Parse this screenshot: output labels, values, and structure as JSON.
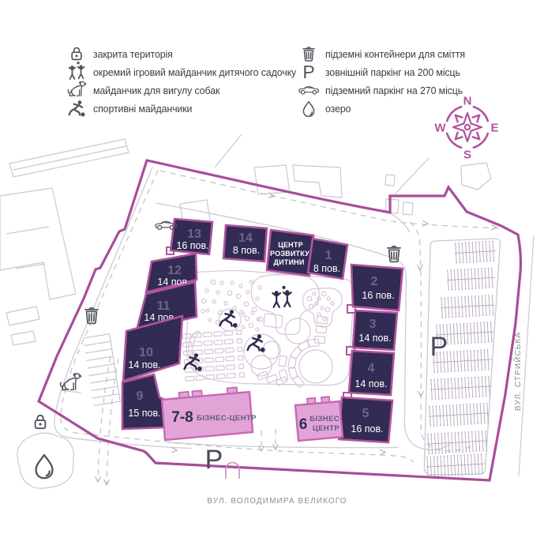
{
  "legend": {
    "parking_letter": "P",
    "left": [
      {
        "icon": "lock-icon",
        "label": "закрита територія"
      },
      {
        "icon": "people-icon",
        "label": "окремий ігровий майданчик дитячого садочку"
      },
      {
        "icon": "dog-icon",
        "label": "майданчик для вигулу собак"
      },
      {
        "icon": "runner-icon",
        "label": "спортивні майданчики"
      }
    ],
    "right": [
      {
        "icon": "trash-icon",
        "label": "підземні контейнери для сміття"
      },
      {
        "icon": "parking-icon",
        "label": "зовнішній паркінг на 200 місць"
      },
      {
        "icon": "car-icon",
        "label": "підземний паркінг на 270 місць"
      },
      {
        "icon": "drop-icon",
        "label": "озеро"
      }
    ]
  },
  "compass": {
    "north": "N",
    "west": "W",
    "east": "E",
    "south": "S"
  },
  "buildings": {
    "b1": {
      "number": "1",
      "floors": "8 пов."
    },
    "b2": {
      "number": "2",
      "floors": "16 пов."
    },
    "b3": {
      "number": "3",
      "floors": "14 пов."
    },
    "b4": {
      "number": "4",
      "floors": "14 пов."
    },
    "b5": {
      "number": "5",
      "floors": "16 пов."
    },
    "b9": {
      "number": "9",
      "floors": "15 пов."
    },
    "b10": {
      "number": "10",
      "floors": "14 пов."
    },
    "b11": {
      "number": "11",
      "floors": "14 пов."
    },
    "b12": {
      "number": "12",
      "floors": "14 пов."
    },
    "b13": {
      "number": "13",
      "floors": "16 пов."
    },
    "b14": {
      "number": "14",
      "floors": "8 пов."
    },
    "kindergarten": {
      "line1": "ЦЕНТР",
      "line2": "РОЗВИТКУ",
      "line3": "ДИТИНИ"
    },
    "bc78": {
      "number": "7-8",
      "label": "БІЗНЕС-ЦЕНТР"
    },
    "bc6": {
      "number": "6",
      "label_line1": "БІЗНЕС-",
      "label_line2": "ЦЕНТР"
    }
  },
  "map": {
    "parking_label_main": "P",
    "parking_label_south": "P",
    "street_right": "ВУЛ. СТРИЙСЬКА",
    "street_bottom": "ВУЛ. ВОЛОДИМИРА ВЕЛИКОГО"
  },
  "colors": {
    "accent_magenta": "#a84d9a",
    "block_fill": "#322b54",
    "block_border": "#b0549e",
    "block_number": "#6b6784",
    "business_fill": "#e2a4d6",
    "business_border": "#c668b4",
    "road_gray": "#c9c9d2",
    "yard_pink": "#d8c4d8",
    "icon_gray": "#54545f"
  }
}
